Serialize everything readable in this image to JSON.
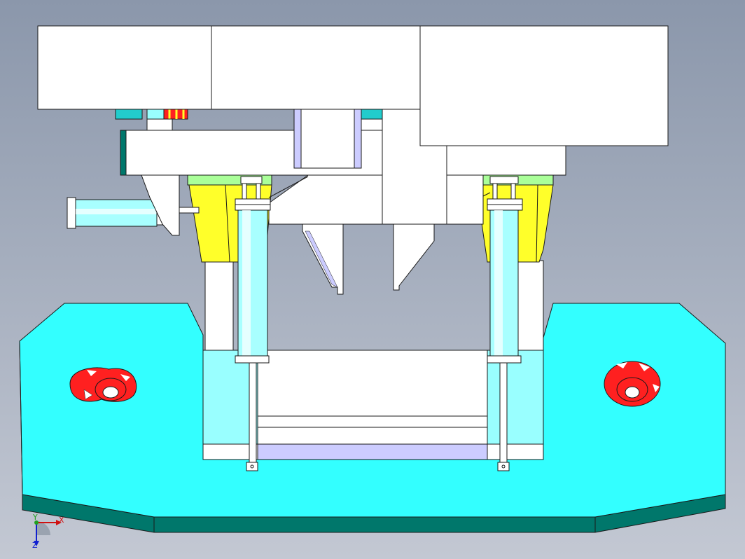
{
  "viewport": {
    "description_hidden": "",
    "background_top": "#8b97ab",
    "background_bottom": "#c3c8d3"
  },
  "colors": {
    "base_plate": "#33ffff",
    "base_plate_edge": "#00776b",
    "white_part": "#ffffff",
    "outline": "#1a1a1a",
    "yellow_block": "#ffff2a",
    "green_cap": "#aaff99",
    "red_locator": "#ff2020",
    "cylinder_light": "#a8ffff",
    "light_cyan_block": "#99ffff",
    "lavender": "#ccccff",
    "teal_pad": "#22cccc"
  },
  "triad": {
    "x_label": "X",
    "y_label": "Y",
    "z_label": "Z"
  }
}
